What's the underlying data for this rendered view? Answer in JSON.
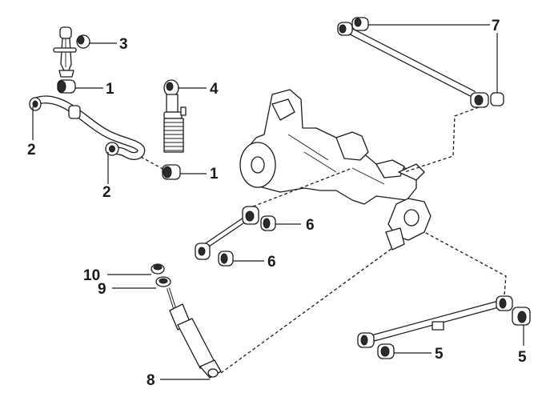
{
  "callouts": [
    {
      "id": "c3",
      "text": "3"
    },
    {
      "id": "c1a",
      "text": "1"
    },
    {
      "id": "c4",
      "text": "4"
    },
    {
      "id": "c1b",
      "text": "1"
    },
    {
      "id": "c2a",
      "text": "2"
    },
    {
      "id": "c2b",
      "text": "2"
    },
    {
      "id": "c7",
      "text": "7"
    },
    {
      "id": "c6a",
      "text": "6"
    },
    {
      "id": "c6b",
      "text": "6"
    },
    {
      "id": "c10",
      "text": "10"
    },
    {
      "id": "c9",
      "text": "9"
    },
    {
      "id": "c8",
      "text": "8"
    },
    {
      "id": "c5a",
      "text": "5"
    },
    {
      "id": "c5b",
      "text": "5"
    }
  ]
}
